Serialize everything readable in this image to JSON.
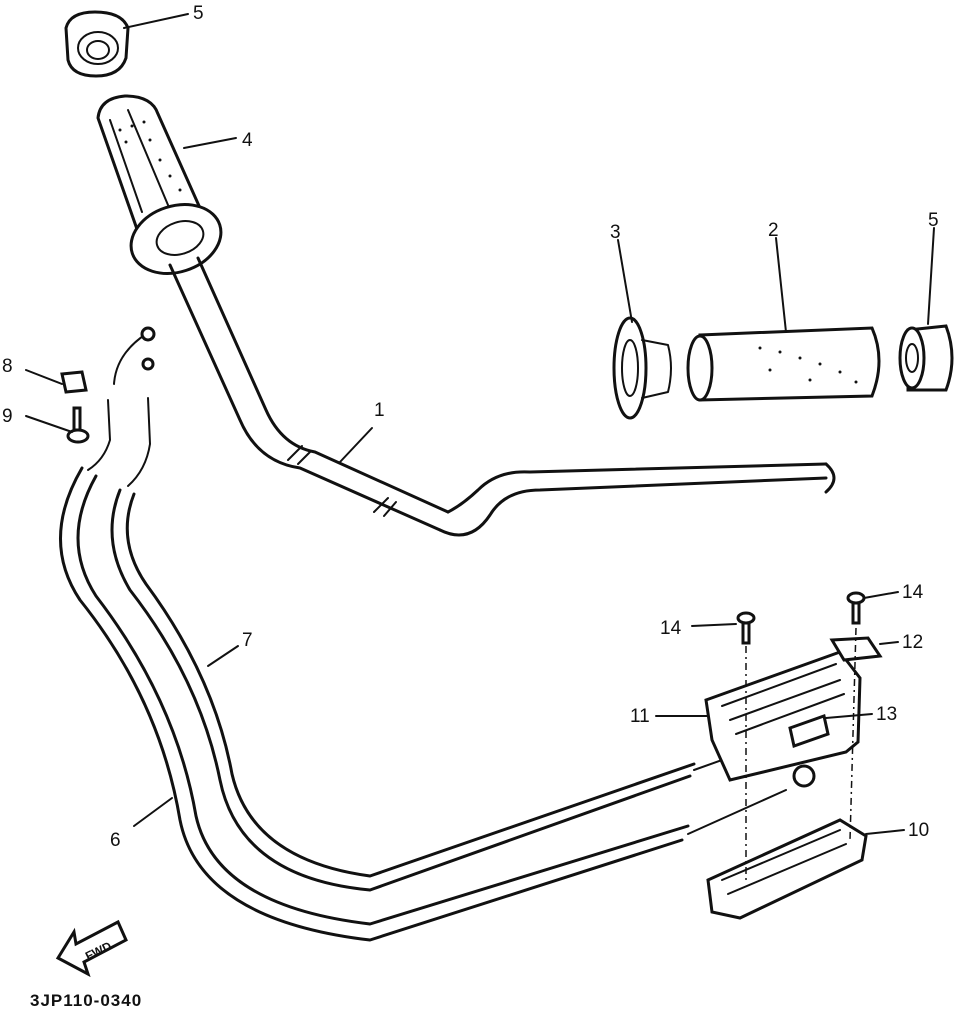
{
  "diagram": {
    "part_code": "3JP110-0340",
    "fwd_label": "FWD",
    "callouts": [
      {
        "id": "c5a",
        "label": "5"
      },
      {
        "id": "c4",
        "label": "4"
      },
      {
        "id": "c3",
        "label": "3"
      },
      {
        "id": "c2",
        "label": "2"
      },
      {
        "id": "c5b",
        "label": "5"
      },
      {
        "id": "c8",
        "label": "8"
      },
      {
        "id": "c9",
        "label": "9"
      },
      {
        "id": "c1",
        "label": "1"
      },
      {
        "id": "c7",
        "label": "7"
      },
      {
        "id": "c6",
        "label": "6"
      },
      {
        "id": "c14a",
        "label": "14"
      },
      {
        "id": "c14b",
        "label": "14"
      },
      {
        "id": "c12",
        "label": "12"
      },
      {
        "id": "c11",
        "label": "11"
      },
      {
        "id": "c13",
        "label": "13"
      },
      {
        "id": "c10",
        "label": "10"
      }
    ]
  }
}
